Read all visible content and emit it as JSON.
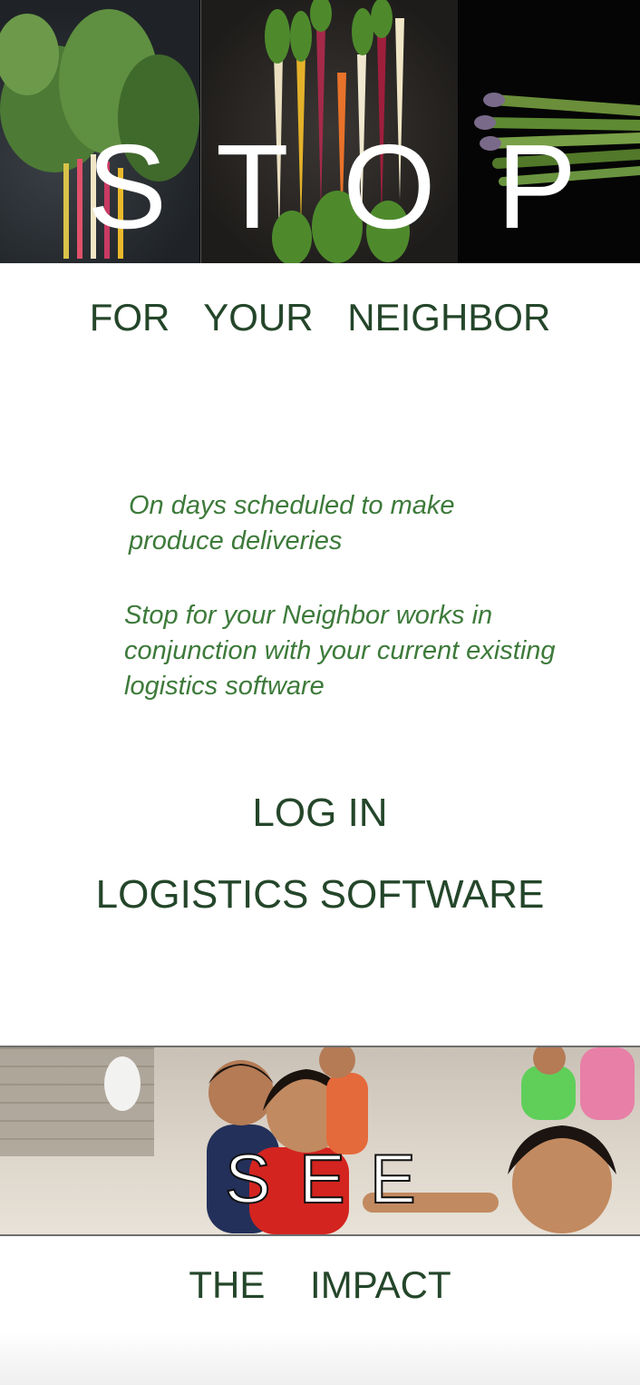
{
  "hero": {
    "letters": [
      "S",
      "T",
      "O",
      "P"
    ]
  },
  "subtitle": "FOR YOUR NEIGHBOR",
  "description": {
    "line1": "On days scheduled to make produce deliveries",
    "line2": "Stop for your Neighbor works in conjunction with your current existing logistics software"
  },
  "links": {
    "login": "LOG IN",
    "logistics": "LOGISTICS SOFTWARE"
  },
  "impact": {
    "letters": [
      "S",
      "E",
      "E"
    ],
    "title": "THE IMPACT"
  },
  "colors": {
    "heading_green": "#24462a",
    "text_green": "#3d7a3a"
  }
}
